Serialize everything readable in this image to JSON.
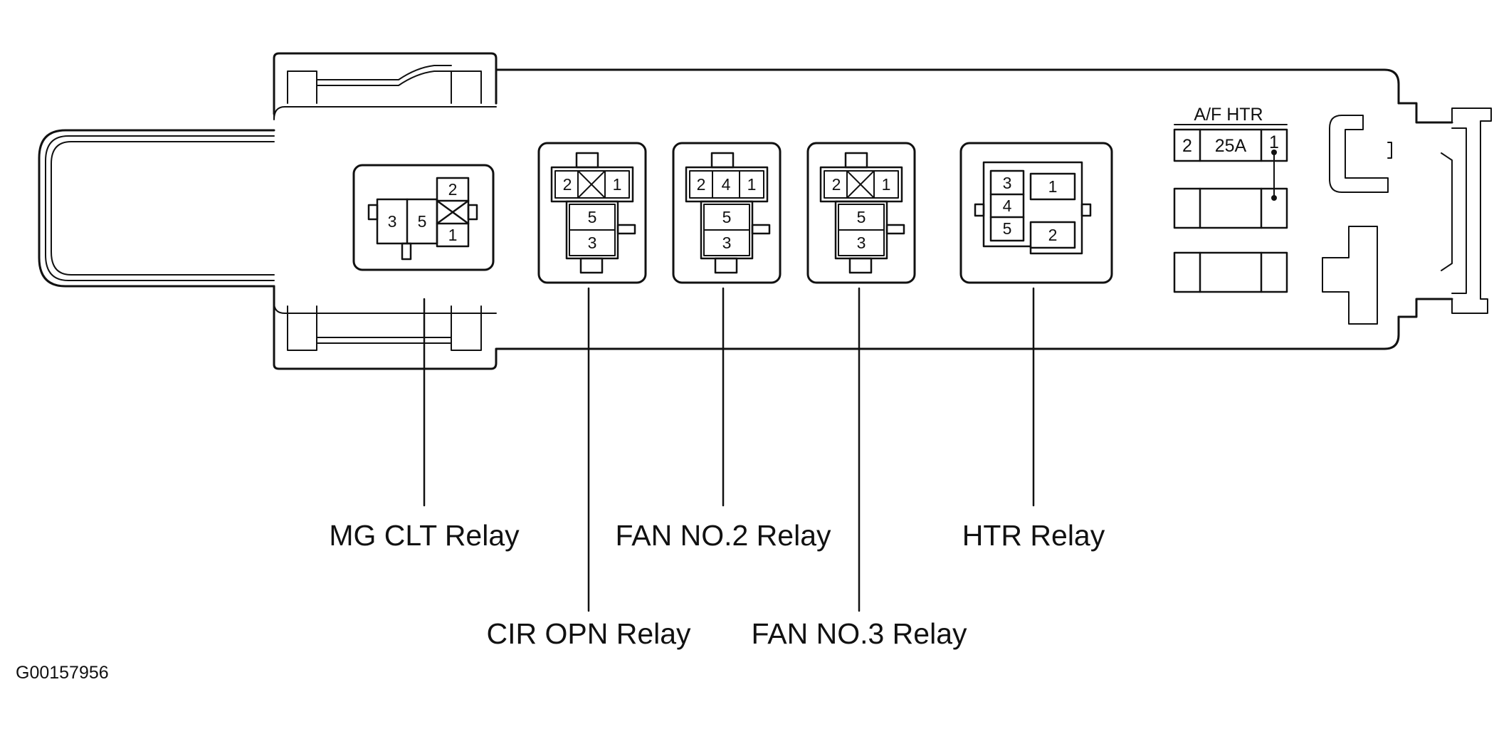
{
  "diagram": {
    "relays": {
      "mg_clt": {
        "label": "MG CLT Relay",
        "pins": [
          "3",
          "5",
          "2",
          "1"
        ]
      },
      "cir_opn": {
        "label": "CIR OPN Relay",
        "pins": [
          "2",
          "1",
          "5",
          "3"
        ]
      },
      "fan_no2": {
        "label": "FAN NO.2 Relay",
        "pins": [
          "2",
          "4",
          "1",
          "5",
          "3"
        ]
      },
      "fan_no3": {
        "label": "FAN NO.3 Relay",
        "pins": [
          "2",
          "1",
          "5",
          "3"
        ]
      },
      "htr": {
        "label": "HTR Relay",
        "pins": [
          "3",
          "4",
          "5",
          "1",
          "2"
        ]
      }
    },
    "fuse": {
      "name": "A/F HTR",
      "rating": "25A",
      "pins": [
        "2",
        "1"
      ]
    },
    "figure_code": "G00157956",
    "colors": {
      "ink": "#111111",
      "background": "#ffffff"
    }
  }
}
